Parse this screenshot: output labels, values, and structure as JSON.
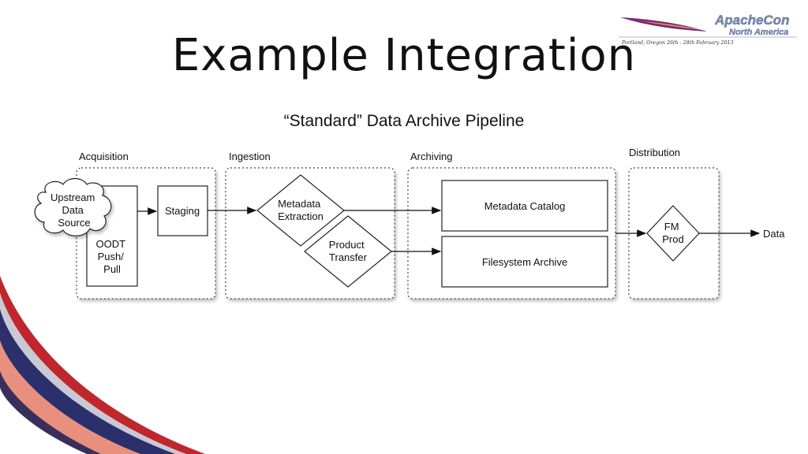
{
  "slide": {
    "title": "Example Integration",
    "subtitle": "“Standard” Data Archive Pipeline"
  },
  "logo": {
    "line1": "ApacheCon",
    "line2": "North America",
    "tagline": "Portland, Oregon 26th - 28th February 2013"
  },
  "diagram": {
    "stages": {
      "acquisition": "Acquisition",
      "ingestion": "Ingestion",
      "archiving": "Archiving",
      "distribution": "Distribution"
    },
    "nodes": {
      "upstream": [
        "Upstream",
        "Data",
        "Source"
      ],
      "oodt": [
        "OODT",
        "Push/",
        "Pull"
      ],
      "staging": "Staging",
      "metadata_extraction": [
        "Metadata",
        "Extraction"
      ],
      "product_transfer": [
        "Product",
        "Transfer"
      ],
      "metadata_catalog": "Metadata Catalog",
      "filesystem_archive": "Filesystem Archive",
      "fm_prod": [
        "FM",
        "Prod"
      ],
      "data_output": "Data"
    }
  },
  "colors": {
    "swoosh_red": "#c0272d",
    "swoosh_navy": "#2b2f6b",
    "swoosh_salmon": "#e8907d",
    "logo_text": "#7f8fb0",
    "feather_purple": "#6a2a88"
  }
}
